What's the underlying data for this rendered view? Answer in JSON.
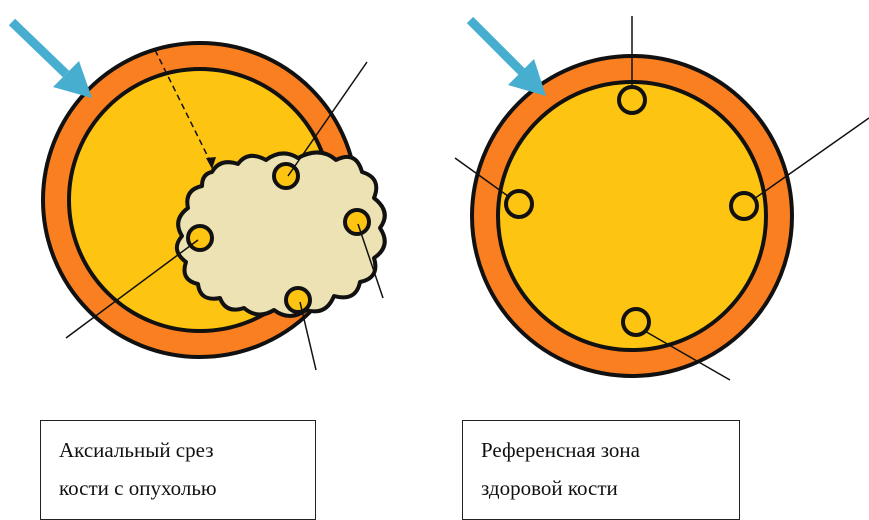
{
  "captions": {
    "left": {
      "line1": "Аксиальный срез",
      "line2": "кости с опухолью"
    },
    "right": {
      "line1": "Референсная зона",
      "line2": "здоровой кости"
    }
  },
  "colors": {
    "cortex": "#f97f20",
    "marrow": "#fdc412",
    "tumor": "#ede2b4",
    "arrow": "#47aed0",
    "outline": "#111111"
  }
}
